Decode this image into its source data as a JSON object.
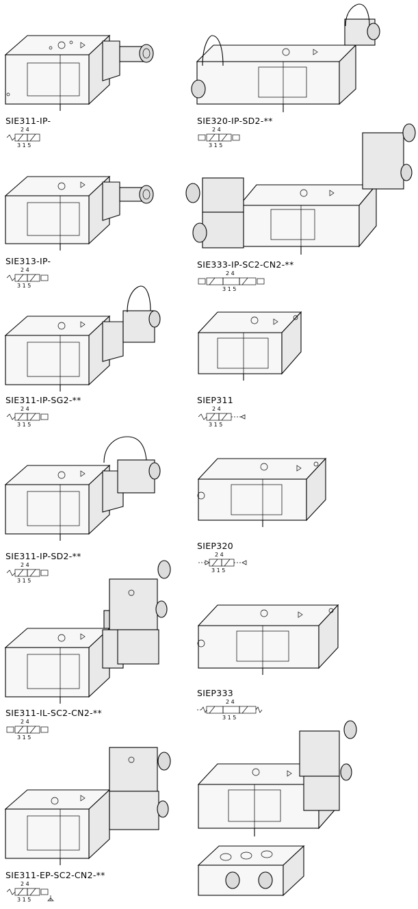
{
  "valves": [
    {
      "model": "SIE311-IP-",
      "ports_top": "2 4",
      "ports_bottom": "3 1 5"
    },
    {
      "model": "SIE320-IP-SD2-**",
      "ports_top": "2 4",
      "ports_bottom": "3 1 5"
    },
    {
      "model": "SIE313-IP-",
      "ports_top": "2 4",
      "ports_bottom": "3 1 5"
    },
    {
      "model": "SIE333-IP-SC2-CN2-**",
      "ports_top": "2 4",
      "ports_bottom": "3 1 5"
    },
    {
      "model": "SIE311-IP-SG2-**",
      "ports_top": "2 4",
      "ports_bottom": "3 1 5"
    },
    {
      "model": "SIEP311",
      "ports_top": "2 4",
      "ports_bottom": "3 1 5"
    },
    {
      "model": "SIE311-IP-SD2-**",
      "ports_top": "2 4",
      "ports_bottom": "3 1 5"
    },
    {
      "model": "SIEP320",
      "ports_top": "2 4",
      "ports_bottom": "3 1 5"
    },
    {
      "model": "SIE311-IL-SC2-CN2-**",
      "ports_top": "2 4",
      "ports_bottom": "3 1 5"
    },
    {
      "model": "SIEP333",
      "ports_top": "2 4",
      "ports_bottom": "3 1 5"
    },
    {
      "model": "SIE311-EP-SC2-CN2-**",
      "ports_top": "2 4",
      "ports_bottom": "3 1 5"
    }
  ]
}
